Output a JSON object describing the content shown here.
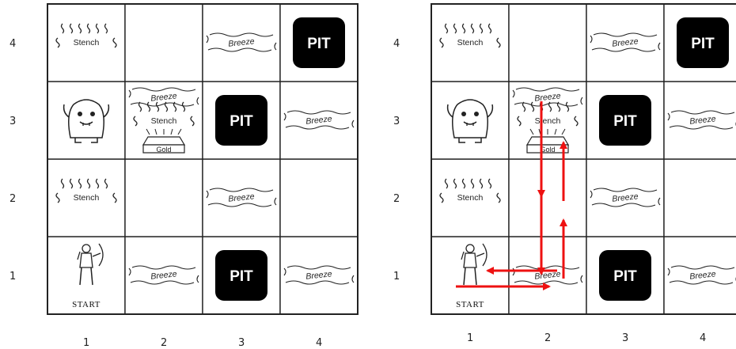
{
  "labels": {
    "pit": "PIT",
    "stench": "Stench",
    "breeze": "Breeze",
    "gold": "Gold",
    "start": "START"
  },
  "axis": {
    "rows": [
      "4",
      "3",
      "2",
      "1"
    ],
    "cols": [
      "1",
      "2",
      "3",
      "4"
    ]
  },
  "grids": [
    {
      "id": "left",
      "cells": [
        {
          "col": 1,
          "row": 4,
          "items": [
            "stench"
          ]
        },
        {
          "col": 3,
          "row": 4,
          "items": [
            "breeze"
          ]
        },
        {
          "col": 4,
          "row": 4,
          "items": [
            "pit"
          ]
        },
        {
          "col": 1,
          "row": 3,
          "items": [
            "wumpus"
          ]
        },
        {
          "col": 2,
          "row": 3,
          "items": [
            "breeze",
            "stench",
            "gold"
          ]
        },
        {
          "col": 3,
          "row": 3,
          "items": [
            "pit"
          ]
        },
        {
          "col": 4,
          "row": 3,
          "items": [
            "breeze"
          ]
        },
        {
          "col": 1,
          "row": 2,
          "items": [
            "stench"
          ]
        },
        {
          "col": 3,
          "row": 2,
          "items": [
            "breeze"
          ]
        },
        {
          "col": 1,
          "row": 1,
          "items": [
            "agent",
            "start"
          ]
        },
        {
          "col": 2,
          "row": 1,
          "items": [
            "breeze"
          ]
        },
        {
          "col": 3,
          "row": 1,
          "items": [
            "pit"
          ]
        },
        {
          "col": 4,
          "row": 1,
          "items": [
            "breeze"
          ]
        }
      ],
      "path": []
    },
    {
      "id": "right",
      "cells": [
        {
          "col": 1,
          "row": 4,
          "items": [
            "stench"
          ]
        },
        {
          "col": 3,
          "row": 4,
          "items": [
            "breeze"
          ]
        },
        {
          "col": 4,
          "row": 4,
          "items": [
            "pit"
          ]
        },
        {
          "col": 1,
          "row": 3,
          "items": [
            "wumpus"
          ]
        },
        {
          "col": 2,
          "row": 3,
          "items": [
            "breeze",
            "stench",
            "gold"
          ]
        },
        {
          "col": 3,
          "row": 3,
          "items": [
            "pit"
          ]
        },
        {
          "col": 4,
          "row": 3,
          "items": [
            "breeze"
          ]
        },
        {
          "col": 1,
          "row": 2,
          "items": [
            "stench"
          ]
        },
        {
          "col": 3,
          "row": 2,
          "items": [
            "breeze"
          ]
        },
        {
          "col": 1,
          "row": 1,
          "items": [
            "agent",
            "start"
          ]
        },
        {
          "col": 2,
          "row": 1,
          "items": [
            "breeze"
          ]
        },
        {
          "col": 3,
          "row": 1,
          "items": [
            "pit"
          ]
        },
        {
          "col": 4,
          "row": 1,
          "items": [
            "breeze"
          ]
        }
      ],
      "path": [
        {
          "from": [
            1,
            1
          ],
          "to": [
            2,
            1
          ]
        },
        {
          "from": [
            2,
            1
          ],
          "to": [
            2,
            2
          ]
        },
        {
          "from": [
            2,
            2
          ],
          "to": [
            2,
            3
          ]
        },
        {
          "from": [
            2,
            3
          ],
          "to": [
            2,
            2
          ]
        },
        {
          "from": [
            2,
            2
          ],
          "to": [
            2,
            1
          ]
        },
        {
          "from": [
            2,
            1
          ],
          "to": [
            1,
            1
          ]
        }
      ]
    }
  ],
  "colors": {
    "line": "#222222",
    "pit": "#000000",
    "arrow": "#ee1111",
    "background": "#ffffff"
  }
}
